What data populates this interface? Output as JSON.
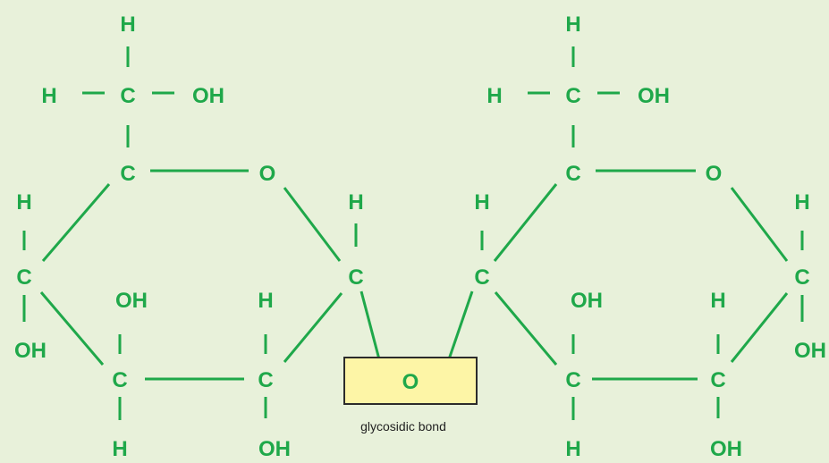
{
  "labels": {
    "H": "H",
    "C": "C",
    "O": "O",
    "OH": "OH"
  },
  "glycosidic": {
    "oxygen": "O",
    "caption": "glycosidic bond"
  },
  "colors": {
    "background": "#e8f1da",
    "atom": "#1fa84a",
    "box_fill": "#fdf5a6",
    "box_border": "#2b2b2b",
    "caption": "#222222"
  }
}
